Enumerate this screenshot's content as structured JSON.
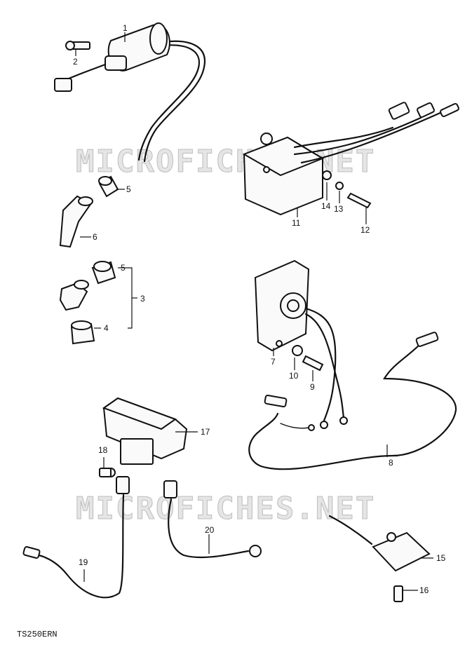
{
  "watermark": "MICROFICHES.NET",
  "document_code": "TS250ERN",
  "callouts": [
    "1",
    "2",
    "3",
    "4",
    "5",
    "5",
    "6",
    "7",
    "8",
    "9",
    "10",
    "11",
    "12",
    "13",
    "14",
    "15",
    "16",
    "17",
    "18",
    "19",
    "20"
  ]
}
